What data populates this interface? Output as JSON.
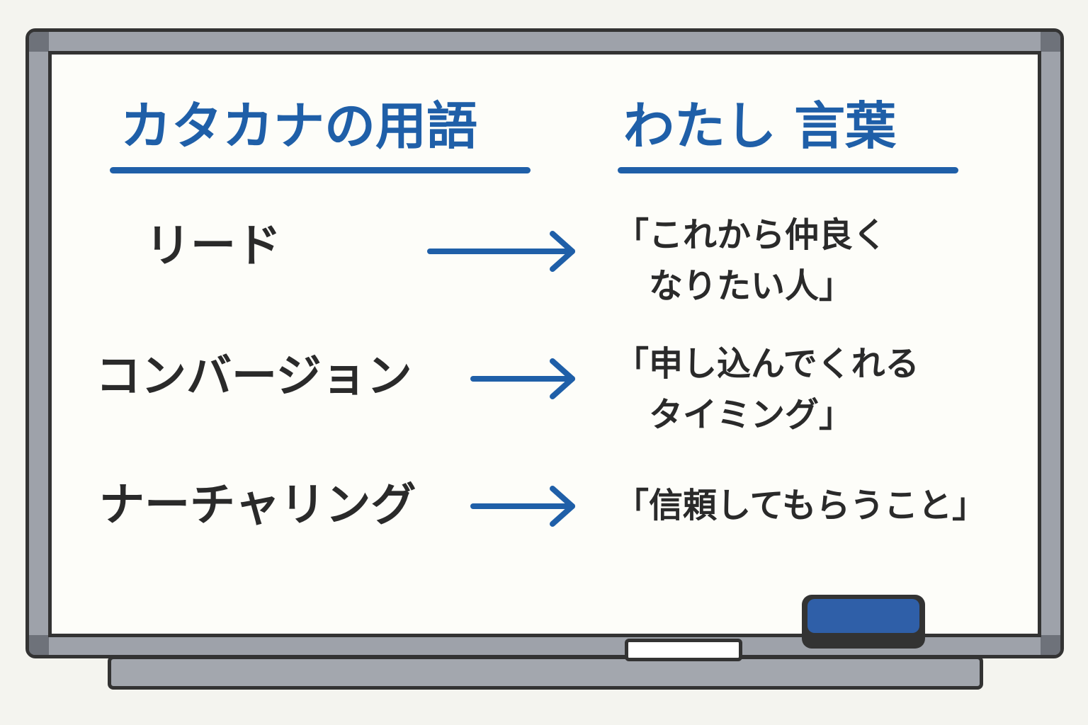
{
  "headers": {
    "left": "カタカナの用語",
    "right": "わたし 言葉"
  },
  "rows": [
    {
      "term": "リード",
      "plain_lines": [
        "「これから仲良く",
        "　なりたい人」"
      ]
    },
    {
      "term": "コンバージョン",
      "plain_lines": [
        "「申し込んでくれる",
        "　タイミング」"
      ]
    },
    {
      "term": "ナーチャリング",
      "plain_lines": [
        "「信頼してもらうこと」"
      ]
    }
  ],
  "colors": {
    "accent": "#1f5fa8",
    "text": "#2a2a2a",
    "frame": "#9ea2aa",
    "eraser": "#2f5fa8"
  }
}
